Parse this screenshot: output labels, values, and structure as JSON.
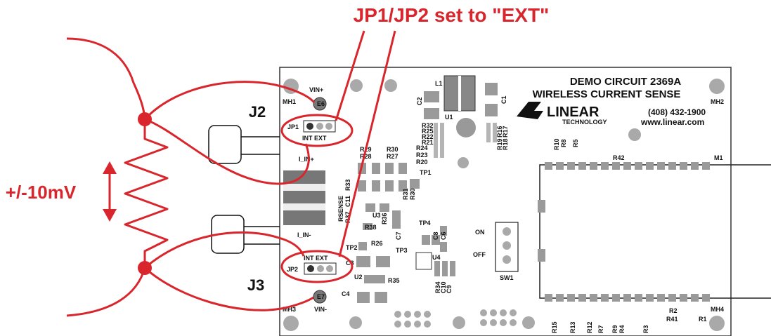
{
  "annotation": {
    "title": "JP1/JP2 set to \"EXT\"",
    "voltage": "+/-10mV",
    "accent_color": "#d9262c"
  },
  "board": {
    "title_line1": "DEMO CIRCUIT 2369A",
    "title_line2": "WIRELESS CURRENT SENSE",
    "logo": "LINEAR",
    "logo_sub": "TECHNOLOGY",
    "phone": "(408) 432-1900",
    "website": "www.linear.com"
  },
  "connectors": {
    "j2": "J2",
    "j3": "J3",
    "vin_plus": "VIN+",
    "vin_minus": "VIN-",
    "i_in_plus": "I_IN+",
    "i_in_minus": "I_IN-",
    "e6": "E6",
    "e7": "E7"
  },
  "jumpers": {
    "jp1": "JP1",
    "jp2": "JP2",
    "int_ext_top": "INT EXT",
    "int_ext_bottom": "INT EXT"
  },
  "switch": {
    "on": "ON",
    "off": "OFF",
    "name": "SW1"
  },
  "mounting_holes": {
    "mh1": "MH1",
    "mh2": "MH2",
    "mh3": "MH3",
    "mh4": "MH4"
  },
  "components": {
    "l1": "L1",
    "c1": "C1",
    "c2": "C2",
    "u1": "U1",
    "r32": "R32",
    "r25": "R25",
    "r22": "R22",
    "r21": "R21",
    "r24": "R24",
    "r23": "R23",
    "r20": "R20",
    "r19": "R19",
    "r18": "R18",
    "r16": "R16",
    "r17": "R17",
    "r29": "R29",
    "r28": "R28",
    "r30": "R30",
    "r27": "R27",
    "tp1": "TP1",
    "rsense": "RSENSE",
    "r37": "R37",
    "c11": "C11",
    "r33": "R33",
    "r31": "R31",
    "r30b": "R30",
    "u3": "U3",
    "r36": "R36",
    "r38": "R38",
    "c7": "C7",
    "tp4": "TP4",
    "c8": "C8",
    "c6": "C6",
    "tp2": "TP2",
    "r26": "R26",
    "tp3": "TP3",
    "c3": "C3",
    "u4": "U4",
    "u2": "U2",
    "r35": "R35",
    "c4": "C4",
    "r34": "R34",
    "c10": "C10",
    "c9": "C9",
    "r10": "R10",
    "r8": "R8",
    "r5": "R5",
    "r42": "R42",
    "m1": "M1",
    "r15": "R15",
    "r13": "R13",
    "r12": "R12",
    "r7": "R7",
    "r9": "R9",
    "r4": "R4",
    "r3": "R3",
    "r2": "R2",
    "r41": "R41",
    "r1": "R1"
  }
}
